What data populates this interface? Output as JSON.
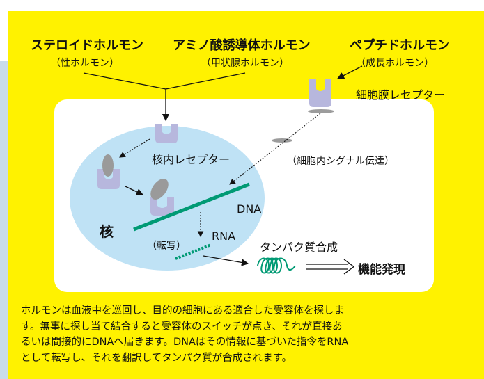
{
  "hormones": [
    {
      "name": "ステロイドホルモン",
      "example": "（性ホルモン）"
    },
    {
      "name": "アミノ酸誘導体ホルモン",
      "example": "（甲状腺ホルモン）"
    },
    {
      "name": "ペプチドホルモン",
      "example": "（成長ホルモン）"
    }
  ],
  "labels": {
    "membrane_receptor": "細胞膜レセプター",
    "nuclear_receptor": "核内レセプター",
    "signal_transduction": "（細胞内シグナル伝達）",
    "dna": "DNA",
    "nucleus": "核",
    "transcription": "（転写）",
    "rna": "RNA",
    "protein_synthesis": "タンパク質合成",
    "function_expression": "機能発現"
  },
  "description": [
    "ホルモンは血液中を巡回し、目的の細胞にある適合した受容体を探しま",
    "す。無事に探し当て結合すると受容体のスイッチが点き、それが直接あ",
    "るいは間接的にDNAへ届きます。DNAはその情報に基づいた指令をRNA",
    "として転写し、それを翻訳してタンパク質が合成されます。"
  ],
  "colors": {
    "background": "#fff200",
    "nucleus": "#bfe2f5",
    "receptor": "#b7b7dd",
    "dna": "#009a74"
  }
}
